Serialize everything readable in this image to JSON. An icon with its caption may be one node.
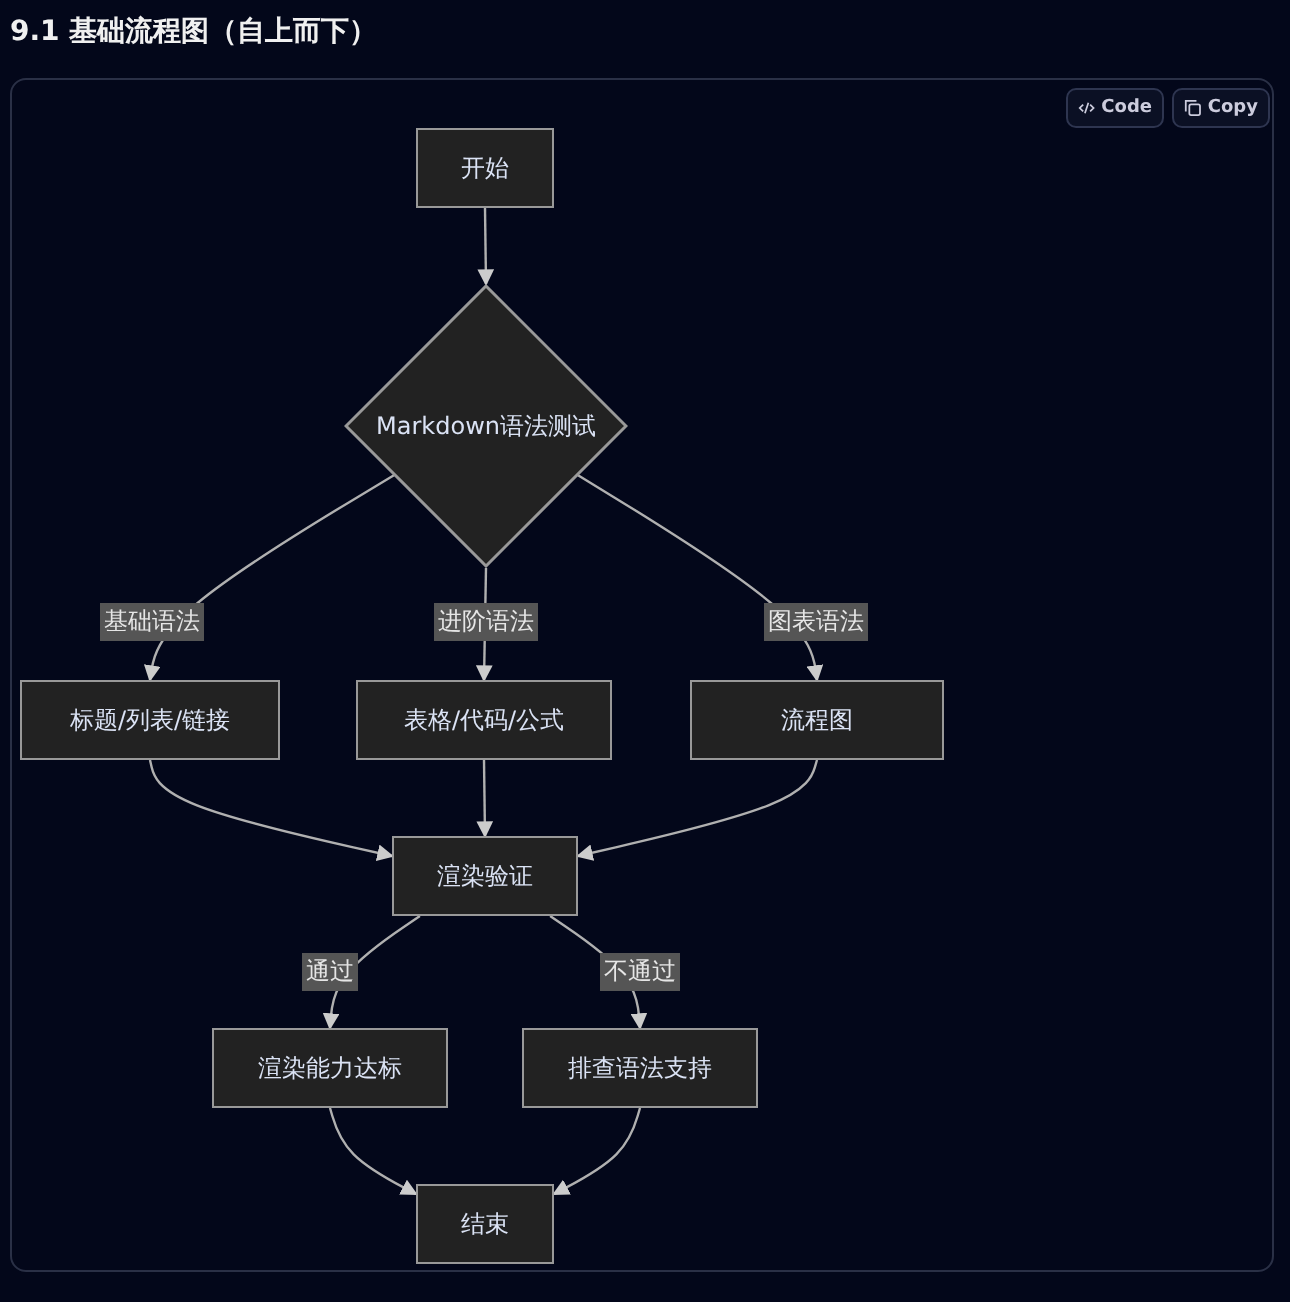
{
  "diagram": {
    "title": "9.1 基础流程图（自上而下）",
    "nodes": [
      {
        "text": [
          "开始"
        ]
      },
      {
        "text": [
          "Markdown语法测试"
        ]
      },
      {
        "text": [
          "标题/列表/链接"
        ]
      },
      {
        "text": [
          "表格/代码/公式"
        ]
      },
      {
        "text": [
          "流程图"
        ]
      },
      {
        "text": [
          "渲染验证"
        ]
      },
      {
        "text": [
          "渲染能力达标"
        ]
      },
      {
        "text": [
          "排查语法支持"
        ]
      },
      {
        "text": [
          "结束"
        ]
      }
    ],
    "edges": [
      {
        "from": 0,
        "to": 1,
        "arrow": "to"
      },
      {
        "from": 1,
        "to": 2,
        "arrow": "to",
        "label": "基础语法"
      },
      {
        "from": 1,
        "to": 3,
        "arrow": "to",
        "label": "进阶语法"
      },
      {
        "from": 1,
        "to": 4,
        "arrow": "to",
        "label": "图表语法"
      },
      {
        "from": 2,
        "to": 5,
        "arrow": "to"
      },
      {
        "from": 3,
        "to": 5,
        "arrow": "to"
      },
      {
        "from": 4,
        "to": 5,
        "arrow": "to"
      },
      {
        "from": 5,
        "to": 6,
        "arrow": "to",
        "label": "通过"
      },
      {
        "from": 5,
        "to": 7,
        "arrow": "to",
        "label": "不通过"
      },
      {
        "from": 6,
        "to": 8,
        "arrow": "to"
      },
      {
        "from": 7,
        "to": 8,
        "arrow": "to"
      }
    ],
    "labels": [
      "Code",
      "Copy"
    ]
  }
}
